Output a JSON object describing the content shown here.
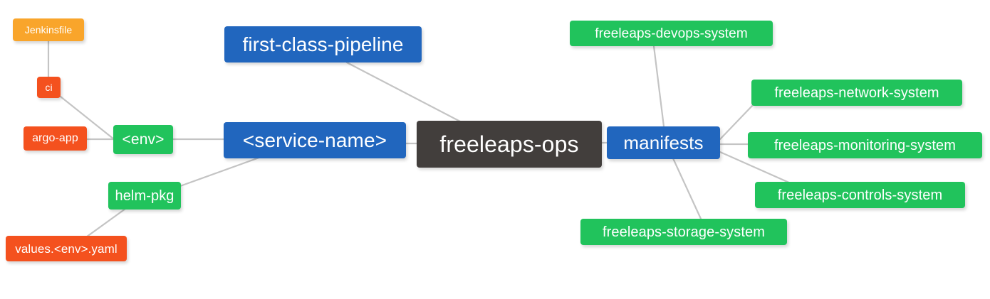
{
  "diagram": {
    "type": "mindmap",
    "title": "freeleaps-ops",
    "background_color": "#ffffff",
    "edge_color": "#c4c4c4",
    "palette": {
      "root": "#423e3c",
      "blue": "#2166be",
      "green": "#21c35c",
      "red": "#f4511e",
      "orange": "#f9a52b",
      "text": "#ffffff"
    }
  },
  "nodes": {
    "root": {
      "label": "freeleaps-ops",
      "color": "#423e3c",
      "level": 0
    },
    "first_class_pipeline": {
      "label": "first-class-pipeline",
      "color": "#2166be",
      "level": 1
    },
    "service_name": {
      "label": "<service-name>",
      "color": "#2166be",
      "level": 1
    },
    "manifests": {
      "label": "manifests",
      "color": "#2166be",
      "level": 1
    },
    "env": {
      "label": "<env>",
      "color": "#21c35c",
      "level": 2
    },
    "helm_pkg": {
      "label": "helm-pkg",
      "color": "#21c35c",
      "level": 2
    },
    "ci": {
      "label": "ci",
      "color": "#f4511e",
      "level": 3
    },
    "argo_app": {
      "label": "argo-app",
      "color": "#f4511e",
      "level": 3
    },
    "values_yaml": {
      "label": "values.<env>.yaml",
      "color": "#f4511e",
      "level": 3
    },
    "jenkinsfile": {
      "label": "Jenkinsfile",
      "color": "#f9a52b",
      "level": 4
    },
    "devops_system": {
      "label": "freeleaps-devops-system",
      "color": "#21c35c",
      "level": 2
    },
    "network_system": {
      "label": "freeleaps-network-system",
      "color": "#21c35c",
      "level": 2
    },
    "monitoring_system": {
      "label": "freeleaps-monitoring-system",
      "color": "#21c35c",
      "level": 2
    },
    "controls_system": {
      "label": "freeleaps-controls-system",
      "color": "#21c35c",
      "level": 2
    },
    "storage_system": {
      "label": "freeleaps-storage-system",
      "color": "#21c35c",
      "level": 2
    }
  },
  "edges": [
    {
      "from": "first_class_pipeline",
      "to": "root"
    },
    {
      "from": "service_name",
      "to": "root"
    },
    {
      "from": "manifests",
      "to": "root"
    },
    {
      "from": "env",
      "to": "service_name"
    },
    {
      "from": "helm_pkg",
      "to": "service_name"
    },
    {
      "from": "ci",
      "to": "env"
    },
    {
      "from": "argo_app",
      "to": "env"
    },
    {
      "from": "jenkinsfile",
      "to": "ci"
    },
    {
      "from": "values_yaml",
      "to": "helm_pkg"
    },
    {
      "from": "devops_system",
      "to": "manifests"
    },
    {
      "from": "network_system",
      "to": "manifests"
    },
    {
      "from": "monitoring_system",
      "to": "manifests"
    },
    {
      "from": "controls_system",
      "to": "manifests"
    },
    {
      "from": "storage_system",
      "to": "manifests"
    }
  ]
}
